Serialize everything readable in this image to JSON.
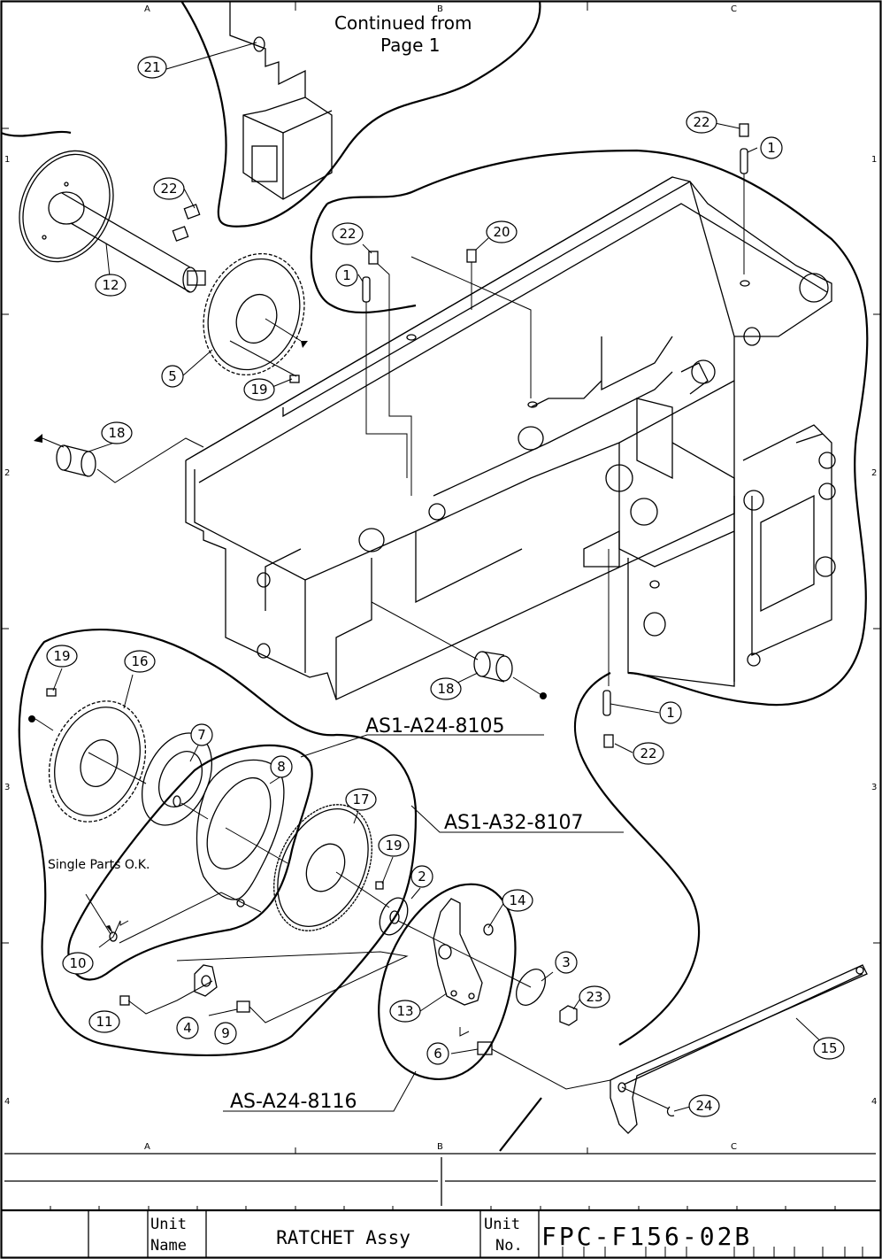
{
  "drawing": {
    "continued_note": [
      "Continued from",
      "Page 1"
    ],
    "zone_columns": [
      "A",
      "B",
      "C"
    ],
    "zone_rows": [
      "1",
      "2",
      "3",
      "4"
    ],
    "single_parts_note": "Single Parts O.K.",
    "assemblies": [
      {
        "id": "AS1-A24-8105"
      },
      {
        "id": "AS1-A32-8107"
      },
      {
        "id": "AS-A24-8116"
      }
    ],
    "callouts": [
      {
        "n": "21"
      },
      {
        "n": "22"
      },
      {
        "n": "22"
      },
      {
        "n": "12"
      },
      {
        "n": "5"
      },
      {
        "n": "19"
      },
      {
        "n": "18"
      },
      {
        "n": "22"
      },
      {
        "n": "1"
      },
      {
        "n": "20"
      },
      {
        "n": "22"
      },
      {
        "n": "1"
      },
      {
        "n": "18"
      },
      {
        "n": "1"
      },
      {
        "n": "22"
      },
      {
        "n": "19"
      },
      {
        "n": "16"
      },
      {
        "n": "7"
      },
      {
        "n": "8"
      },
      {
        "n": "17"
      },
      {
        "n": "19"
      },
      {
        "n": "2"
      },
      {
        "n": "14"
      },
      {
        "n": "10"
      },
      {
        "n": "3"
      },
      {
        "n": "23"
      },
      {
        "n": "13"
      },
      {
        "n": "11"
      },
      {
        "n": "4"
      },
      {
        "n": "9"
      },
      {
        "n": "6"
      },
      {
        "n": "15"
      },
      {
        "n": "24"
      }
    ]
  },
  "title_block": {
    "unit_name_label": [
      "Unit",
      "Name"
    ],
    "unit_name": "RATCHET Assy",
    "unit_no_label": [
      "Unit",
      "No."
    ],
    "unit_no": "FPC-F156-02B"
  }
}
